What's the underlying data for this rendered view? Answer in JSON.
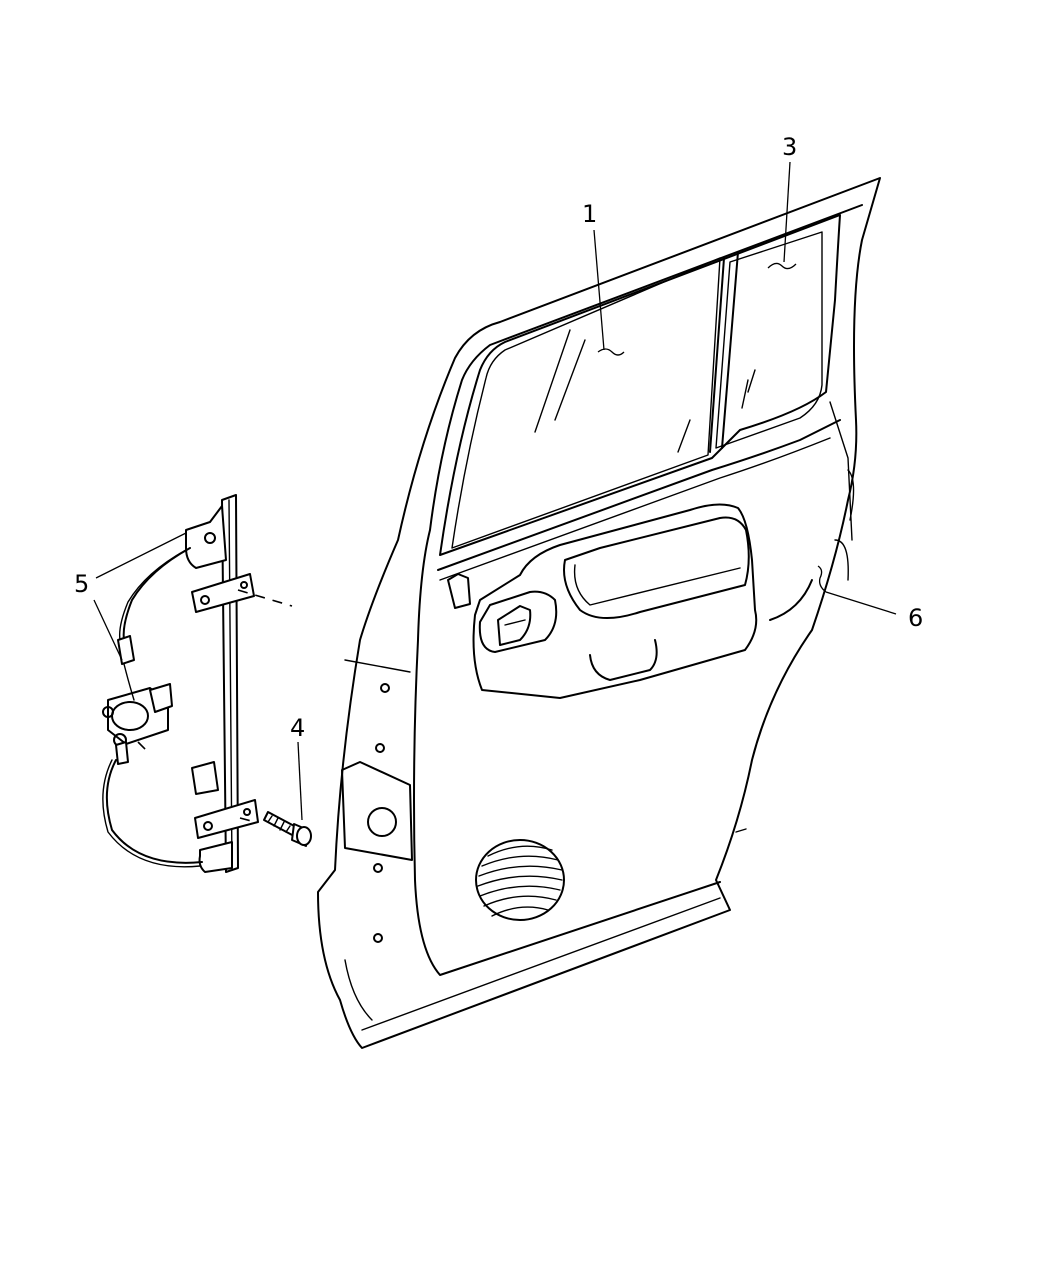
{
  "callouts": {
    "c1": "1",
    "c3": "3",
    "c4": "4",
    "c5": "5",
    "c6": "6"
  }
}
